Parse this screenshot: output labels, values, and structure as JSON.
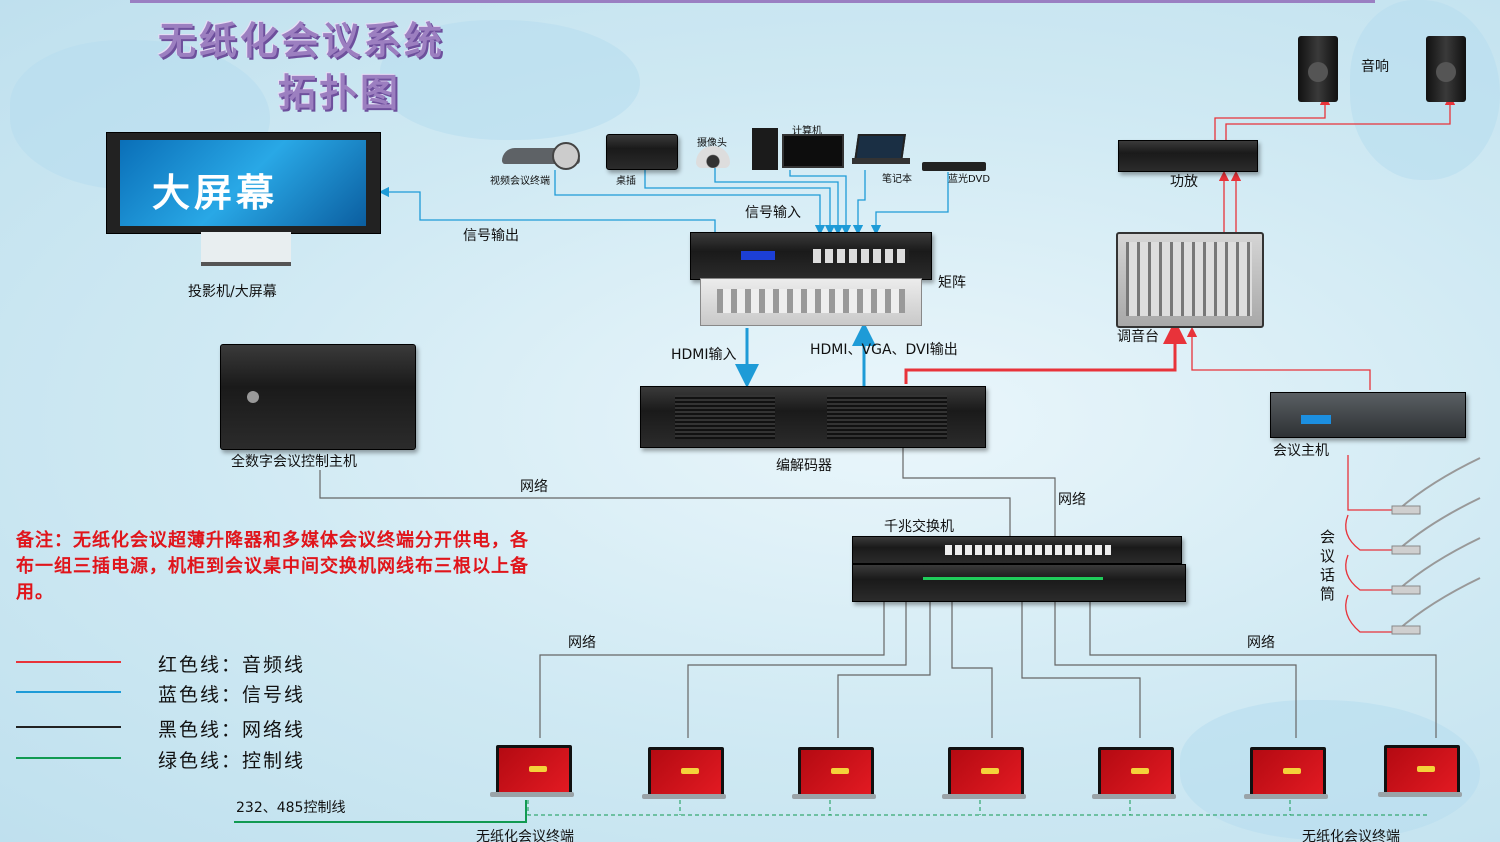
{
  "title": {
    "line1": "无纸化会议系统",
    "line2": "拓扑图"
  },
  "screen_text": "大屏幕",
  "labels": {
    "projector": "投影机/大屏幕",
    "signal_out": "信号输出",
    "signal_in": "信号输入",
    "matrix": "矩阵",
    "hdmi_in": "HDMI输入",
    "hdmi_out": "HDMI、VGA、DVI输出",
    "codec": "编解码器",
    "control_host": "全数字会议控制主机",
    "network": "网络",
    "switch": "千兆交换机",
    "amplifier": "功放",
    "speaker": "音响",
    "mixer": "调音台",
    "conf_host": "会议主机",
    "mic": "会议话筒",
    "control_line": "232、485控制线",
    "terminal": "无纸化会议终端"
  },
  "sources": {
    "video_conf": "视频会议终端",
    "desk_socket": "桌插",
    "camera": "摄像头",
    "computer": "计算机",
    "laptop": "笔记本",
    "bluray": "蓝光DVD"
  },
  "note": "备注：无纸化会议超薄升降器和多媒体会议终端分开供电，各布一组三插电源，机柜到会议桌中间交换机网线布三根以上备用。",
  "legend": [
    {
      "label": "红色线：音频线",
      "color": "#e8333a"
    },
    {
      "label": "蓝色线：信号线",
      "color": "#1e9bd7"
    },
    {
      "label": "黑色线：网络线",
      "color": "#222222"
    },
    {
      "label": "绿色线：控制线",
      "color": "#119a52"
    }
  ],
  "colors": {
    "audio": "#e8333a",
    "signal": "#1e9bd7",
    "network": "#555555",
    "control": "#119a52",
    "title": "#9c7fc0",
    "note": "#e0151b"
  },
  "icons": [
    "screen-icon",
    "video-conference-icon",
    "desk-socket-icon",
    "camera-icon",
    "computer-icon",
    "laptop-icon",
    "bluray-player-icon",
    "matrix-switcher-icon",
    "codec-icon",
    "control-host-icon",
    "network-switch-icon",
    "amplifier-icon",
    "speaker-icon",
    "mixer-icon",
    "conference-host-icon",
    "microphone-icon",
    "paperless-terminal-icon"
  ]
}
